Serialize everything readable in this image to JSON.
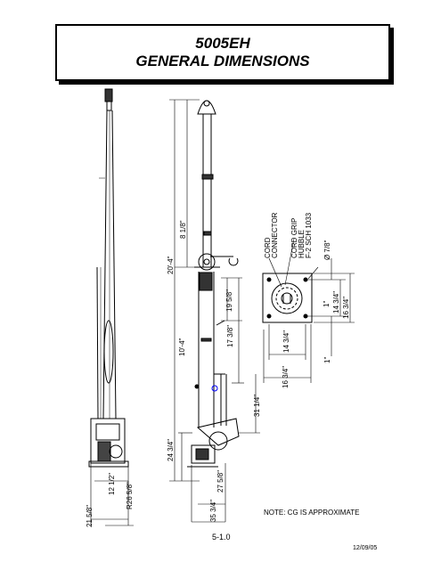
{
  "title": {
    "line1": "5005EH",
    "line2": "GENERAL DIMENSIONS"
  },
  "dimensions": {
    "left_21_5_8": "21 5/8\"",
    "left_12_1_2": "12 1/2\"",
    "radius_26_5_8": "R26 5/8\"",
    "height_20_4": "20'-4\"",
    "height_10_4": "10'-4\"",
    "height_24_3_4": "24 3/4\"",
    "width_35_3_4": "35 3/4\"",
    "width_27_5_8": "27 5/8\"",
    "height_8_1_8": "8 1/8\"",
    "height_19_5_8": "19 5/8\"",
    "height_17_3_8": "17 3/8\"",
    "height_31_1_4": "31 1/4\"",
    "plate_16_3_4_a": "16 3/4\"",
    "plate_14_3_4_a": "14 3/4\"",
    "plate_14_3_4_b": "14 3/4\"",
    "plate_16_3_4_b": "16 3/4\"",
    "plate_1_a": "1\"",
    "plate_1_b": "1\"",
    "hole_dia": "Ø 7/8\""
  },
  "callouts": {
    "cord_connector_1": "CORD",
    "cord_connector_2": "CONNECTOR",
    "cord_grip_1": "CORD GRIP",
    "cord_grip_2": "HUBBLE",
    "cord_grip_3": "F-2 SCH 1033"
  },
  "note": "NOTE: CG IS APPROXIMATE",
  "page_number": "5-1.0",
  "date": "12/09/05"
}
